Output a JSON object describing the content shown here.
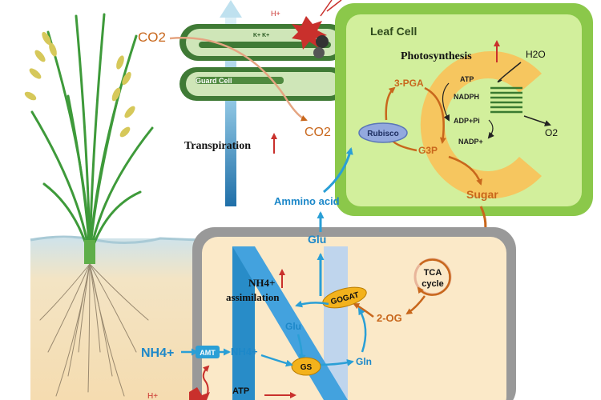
{
  "labels": {
    "leaf_cell": "Leaf Cell",
    "photosynthesis": "Photosynthesis",
    "h2o": "H2O",
    "o2": "O2",
    "co2_top": "CO2",
    "co2_mid": "CO2",
    "guard_cell": "Guard Cell",
    "transpiration": "Transpiration",
    "rubisco": "Rubisco",
    "pga": "3-PGA",
    "g3p": "G3P",
    "atp_leaf": "ATP",
    "nadph": "NADPH",
    "adp_pi": "ADP+Pi",
    "nadp": "NADP+",
    "sugar": "Sugar",
    "amino_acid": "Ammino acid",
    "glu_top": "Glu",
    "tca_line1": "TCA",
    "tca_line2": "cycle",
    "two_og": "2-OG",
    "nh4_assim_1": "NH4+",
    "nh4_assim_2": "assimilation",
    "gogat": "GOGAT",
    "glu_inner": "Glu",
    "gln": "Gln",
    "gs": "GS",
    "nh4_out": "NH4+",
    "nh4_in": "NH4+",
    "amt": "AMT",
    "atp_root": "ATP",
    "k_channel": "K+ K+",
    "h_plus": "H+"
  },
  "colors": {
    "leaf_outer": "#8bc84a",
    "leaf_inner": "#d2ef9c",
    "chloroplast": "#f8c25a",
    "guard_cell": "#3f7a35",
    "root_cell_border": "#999999",
    "root_cell_fill": "#fbe9c8",
    "orange_arrow": "#c8671c",
    "blue_arrow": "#2a9fd6",
    "nitrogen_blue": "#1d88c9",
    "red_arrow": "#c9302c",
    "gogat_fill": "#f3b21c",
    "rubisco_fill": "#93a9de"
  }
}
